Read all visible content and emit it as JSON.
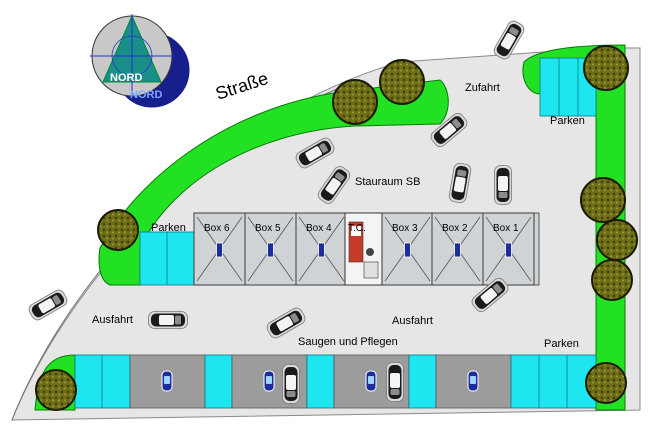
{
  "colors": {
    "lot": "#e4e4e4",
    "lot_outline": "#8a8a8a",
    "grass": "#22e022",
    "grass_outline": "#0a7a0a",
    "parking_cyan": "#1ee6f0",
    "wash_bay_gray": "#9c9c9c",
    "bay_fill": "#cfd3d6",
    "tree": "#6b6b1a",
    "logo_teal": "#1a8f8a",
    "logo_navy": "#161f8c"
  },
  "labels": {
    "street": "Straße",
    "zufahrt": "Zufahrt",
    "parken_top_right": "Parken",
    "stauraum": "Stauraum SB",
    "parken_left": "Parken",
    "ausfahrt_left": "Ausfahrt",
    "ausfahrt_right": "Ausfahrt",
    "saugen": "Saugen und Pflegen",
    "parken_bottom_right": "Parken",
    "tc": "T.C."
  },
  "wash_bays": [
    "Box 6",
    "Box 5",
    "Box 4",
    "Box 3",
    "Box 2",
    "Box 1"
  ],
  "logo": {
    "front_text": "NORD",
    "shadow_text": "NORD"
  },
  "icons": {
    "compass": "nord-logo-icon",
    "tree": "tree-icon",
    "car": "car-icon"
  }
}
